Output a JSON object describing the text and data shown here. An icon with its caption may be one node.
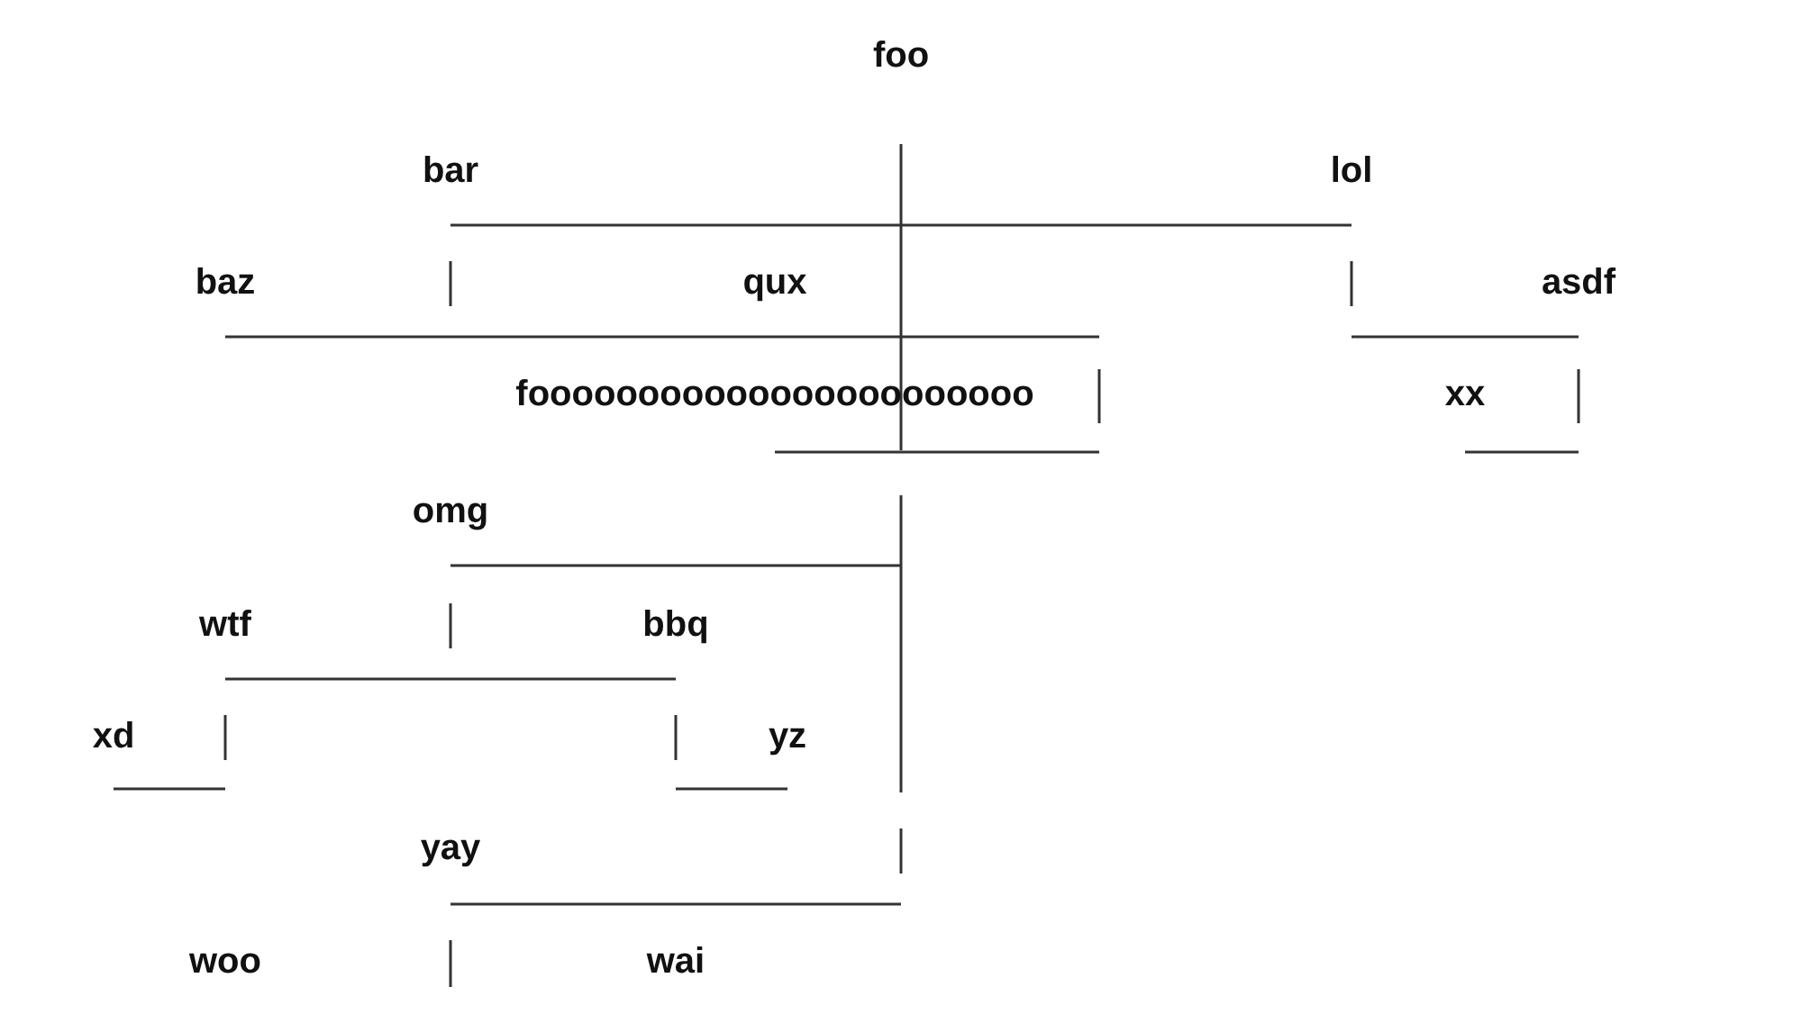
{
  "diagram": {
    "labels": [
      "foo",
      "bar",
      "lol",
      "baz",
      "qux",
      "asdf",
      "fooooooooooooooooooooooo",
      "xx",
      "omg",
      "wtf",
      "bbq",
      "xd",
      "yz",
      "yay",
      "woo",
      "wai"
    ]
  }
}
